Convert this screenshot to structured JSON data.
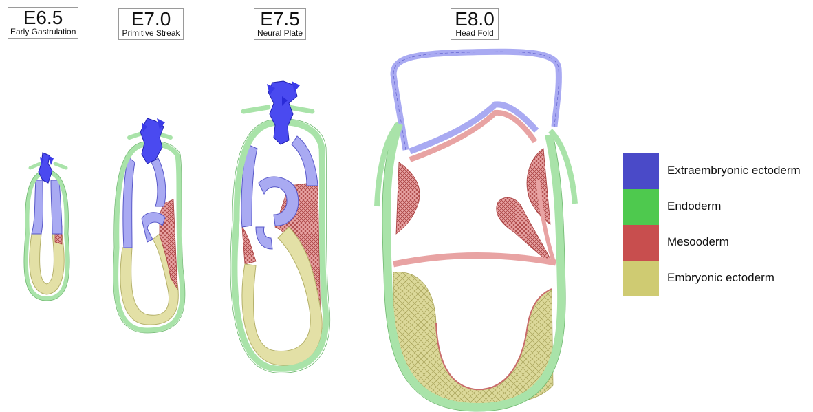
{
  "stages": [
    {
      "code": "E6.5",
      "name": "Early Gastrulation"
    },
    {
      "code": "E7.0",
      "name": "Primitive Streak"
    },
    {
      "code": "E7.5",
      "name": "Neural Plate"
    },
    {
      "code": "E8.0",
      "name": "Head Fold"
    }
  ],
  "legend": [
    {
      "label": "Extraembryonic ectoderm",
      "color": "#4a4ac8",
      "tissue": "extraembryonic-ectoderm"
    },
    {
      "label": "Endoderm",
      "color": "#4ec94e",
      "tissue": "endoderm"
    },
    {
      "label": "Mesooderm",
      "color": "#c84e4e",
      "tissue": "mesoderm"
    },
    {
      "label": "Embryonic ectoderm",
      "color": "#cfcb72",
      "tissue": "embryonic-ectoderm"
    }
  ],
  "colors": {
    "extraembryonic_ectoderm_cells": "#a9aaf2",
    "endoderm_cells": "#a9e3a9",
    "mesoderm_cells": "#e8a3a3",
    "embryonic_ectoderm_cells": "#e3e0a6",
    "cluster": "#2f2fe0"
  }
}
